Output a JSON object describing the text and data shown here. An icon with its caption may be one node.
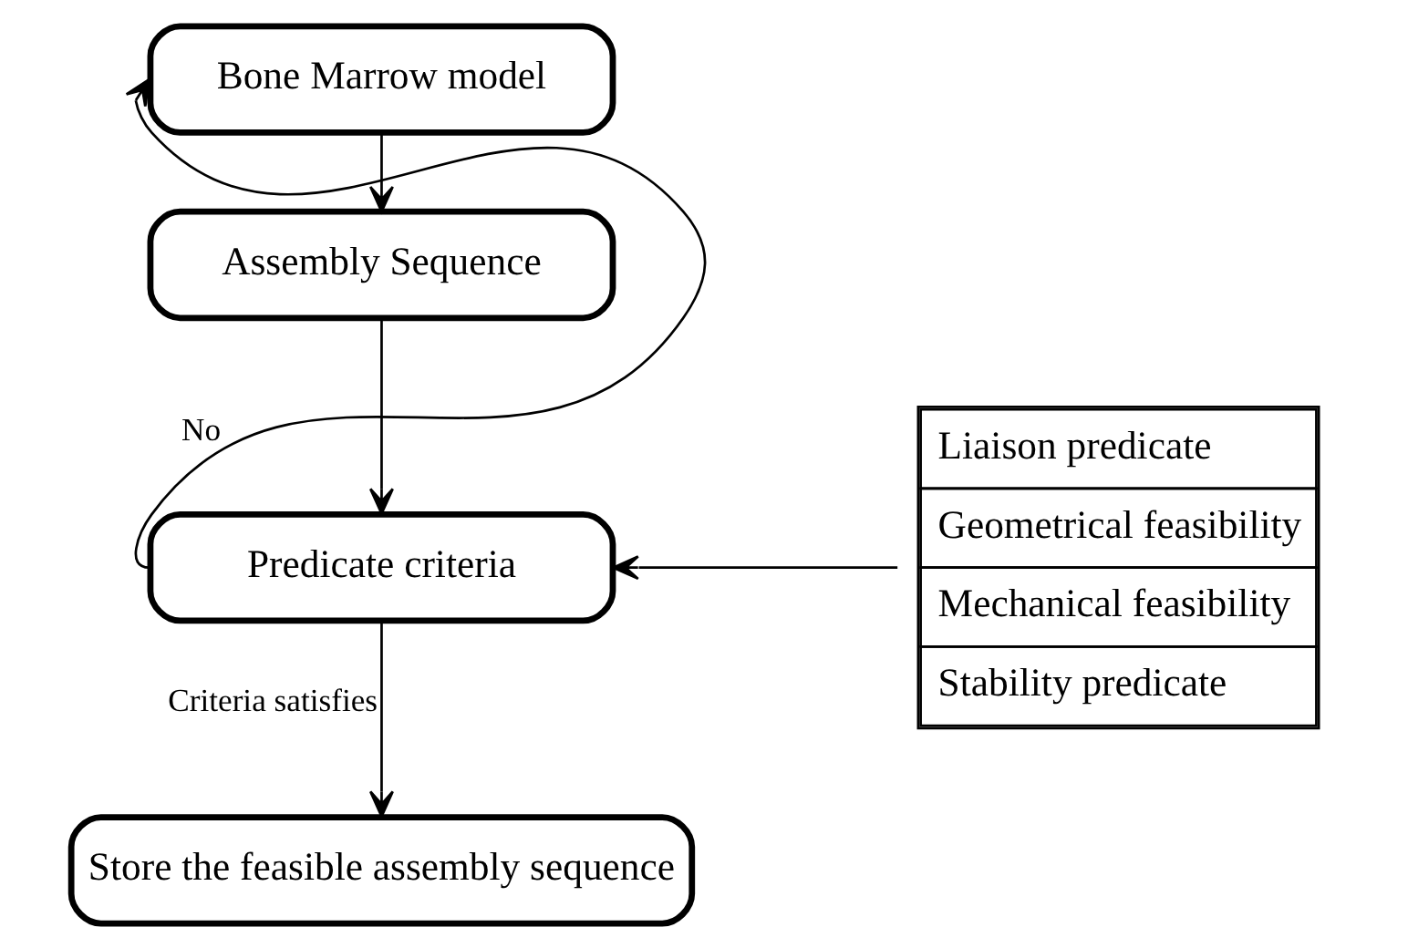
{
  "diagram": {
    "nodes": [
      {
        "text": [
          "Bone Marrow model"
        ]
      },
      {
        "text": [
          "Assembly Sequence"
        ]
      },
      {
        "text": [
          "Predicate criteria"
        ]
      },
      {
        "text": [
          "Store the feasible assembly sequence"
        ]
      },
      {
        "text": [
          "Liaison predicate",
          "Geometrical feasibility",
          "Mechanical feasibility",
          "Stability predicate"
        ]
      }
    ],
    "edges": [
      {
        "from": 0,
        "to": 1,
        "arrow": "to"
      },
      {
        "from": 1,
        "to": 2,
        "arrow": "to"
      },
      {
        "from": 2,
        "to": 3,
        "arrow": "to",
        "label": "Criteria satisfies"
      },
      {
        "from": 2,
        "to": 0,
        "arrow": "to",
        "label": "No"
      },
      {
        "from": 4,
        "to": 2,
        "arrow": "to"
      }
    ]
  }
}
